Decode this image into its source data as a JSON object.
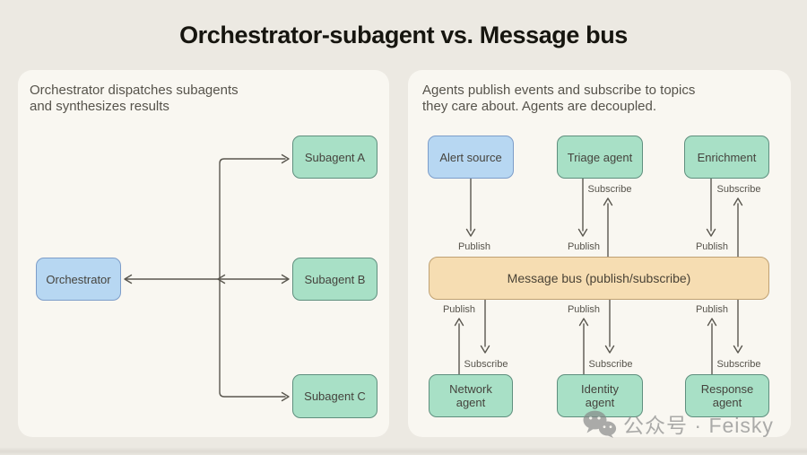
{
  "title": "Orchestrator-subagent vs. Message bus",
  "left_panel": {
    "desc_line1": "Orchestrator dispatches subagents",
    "desc_line2": "and synthesizes results",
    "nodes": {
      "orchestrator": "Orchestrator",
      "subagent_a": "Subagent A",
      "subagent_b": "Subagent B",
      "subagent_c": "Subagent C"
    }
  },
  "right_panel": {
    "desc_line1": "Agents publish events and subscribe to topics",
    "desc_line2": "they care about. Agents are decoupled.",
    "nodes": {
      "alert_source": "Alert source",
      "triage_agent": "Triage agent",
      "enrichment": "Enrichment",
      "message_bus": "Message bus (publish/subscribe)",
      "network_agent": "Network agent",
      "identity_agent": "Identity agent",
      "response_agent": "Response agent"
    },
    "edge_labels": {
      "publish": "Publish",
      "subscribe": "Subscribe"
    }
  },
  "watermark": {
    "icon": "wechat-icon",
    "text": "公众号 · Feisky"
  },
  "colors": {
    "background": "#ece9e2",
    "panel": "#f9f7f1",
    "blue_fill": "#b7d7f2",
    "blue_border": "#7d9dc9",
    "green_fill": "#a8e0c6",
    "green_border": "#5f8f7e",
    "bus_fill": "#f6ddb2",
    "bus_border": "#bfa173",
    "line": "#5a574f",
    "text_dark": "#45433d",
    "text_desc": "#56534b",
    "title": "#16150f"
  }
}
